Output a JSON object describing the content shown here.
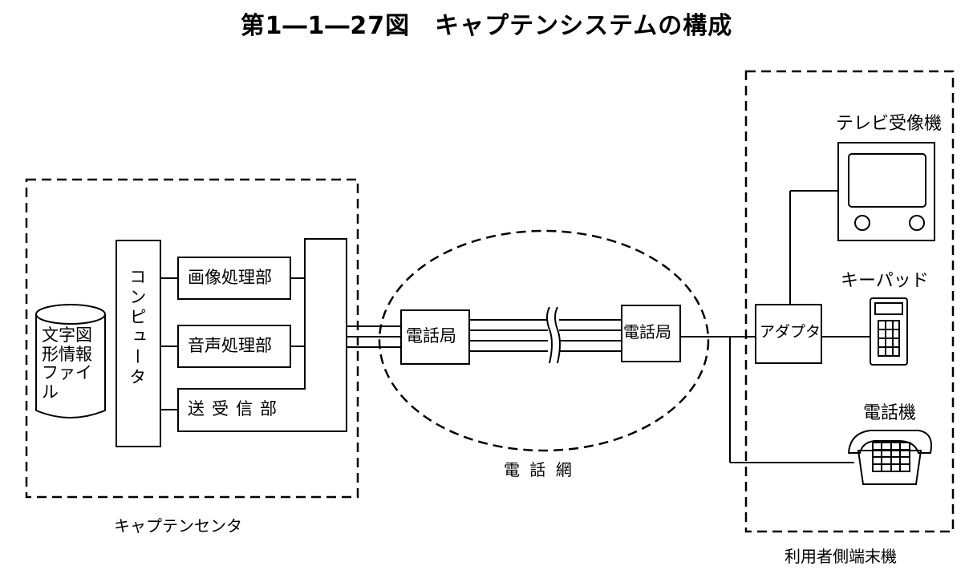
{
  "title": "第1―1―27図　キャプテンシステムの構成",
  "center": {
    "caption": "キャプテンセンタ",
    "file": "文字図\n形情報\nファイ\nル",
    "computer": "コンピュータ",
    "image_proc": "画像処理部",
    "audio_proc": "音声処理部",
    "transceiver": "送受信部"
  },
  "network": {
    "caption": "電 話 網",
    "exchange_left": "電話局",
    "exchange_right": "電話局"
  },
  "user_terminal": {
    "caption": "利用者側端末機",
    "adapter": "アダプタ",
    "tv": "テレビ受像機",
    "keypad": "キーパッド",
    "phone": "電話機"
  }
}
